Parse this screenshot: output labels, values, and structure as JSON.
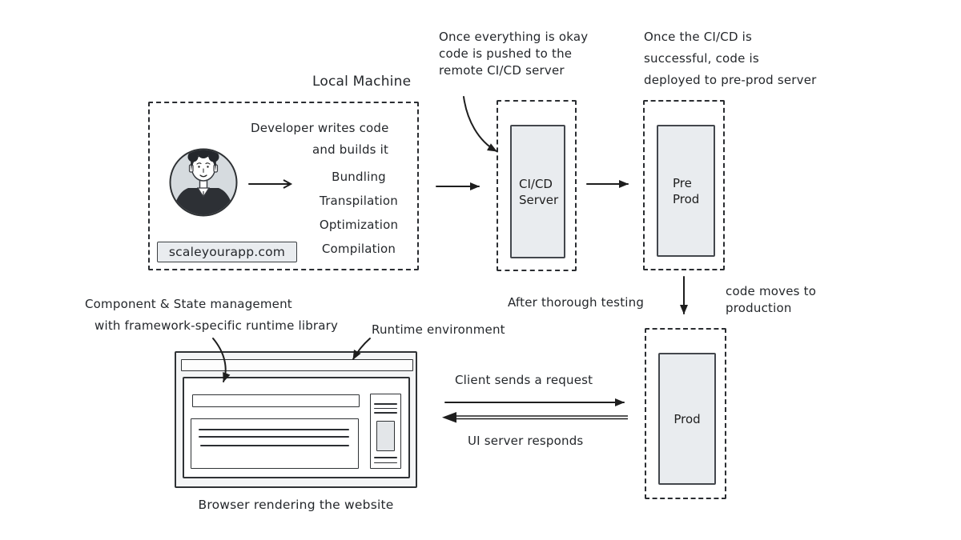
{
  "colors": {
    "ink": "#1e1e1e",
    "box_fill": "#e9ecef",
    "avatar_bg": "#d6dbdf",
    "browser_bg": "#f4f5f6"
  },
  "icons": {
    "developer_avatar": "person-illustration"
  },
  "local_machine": {
    "title": "Local Machine",
    "desc_line1": "Developer writes code",
    "desc_line2": "and builds it",
    "steps": [
      "Bundling",
      "Transpilation",
      "Optimization",
      "Compilation"
    ],
    "site_label": "scaleyourapp.com"
  },
  "servers": {
    "cicd": "CI/CD\nServer",
    "preprod": "Pre\nProd",
    "prod": "Prod"
  },
  "annotations": {
    "push_note": "Once everything is okay\ncode is pushed to the\nremote CI/CD server",
    "deploy_note": "Once the CI/CD is\nsuccessful, code is\ndeployed to pre-prod server",
    "after_testing": "After thorough testing",
    "code_moves": "code moves to\nproduction",
    "component_state": "Component & State management",
    "framework_runtime": "with framework-specific runtime library",
    "runtime_env": "Runtime environment",
    "client_request": "Client sends a request",
    "ui_responds": "UI server responds",
    "browser_caption": "Browser rendering the website"
  }
}
